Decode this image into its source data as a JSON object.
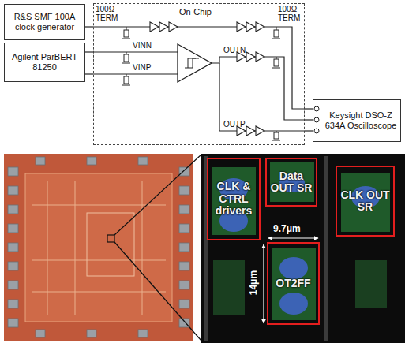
{
  "diagram": {
    "nodes": [
      {
        "text": [
          "R&S SMF 100A clock generator"
        ]
      },
      {
        "text": [
          "Agilent ParBERT 81250"
        ]
      },
      {
        "text": [
          "On-Chip"
        ]
      },
      {
        "text": [
          "Keysight DSO-Z 634A Oscilloscope"
        ]
      },
      {
        "text": [
          "CLK & CTRL drivers"
        ]
      },
      {
        "text": [
          "Data OUT SR"
        ]
      },
      {
        "text": [
          "CLK OUT SR"
        ]
      },
      {
        "text": [
          "OT2FF"
        ]
      }
    ],
    "edges": [
      {
        "from": 0,
        "to": 2,
        "arrow": "none"
      },
      {
        "from": 1,
        "to": 2,
        "arrow": "none"
      },
      {
        "from": 1,
        "to": 2,
        "arrow": "none"
      },
      {
        "from": 2,
        "to": 3,
        "arrow": "none"
      },
      {
        "from": 2,
        "to": 3,
        "arrow": "none"
      },
      {
        "from": 2,
        "to": 3,
        "arrow": "none"
      }
    ],
    "labels": [
      "100Ω TERM",
      "100Ω TERM",
      "VINN",
      "VINP",
      "OUTN",
      "OUTP",
      "9.7μm",
      "14μm"
    ]
  }
}
